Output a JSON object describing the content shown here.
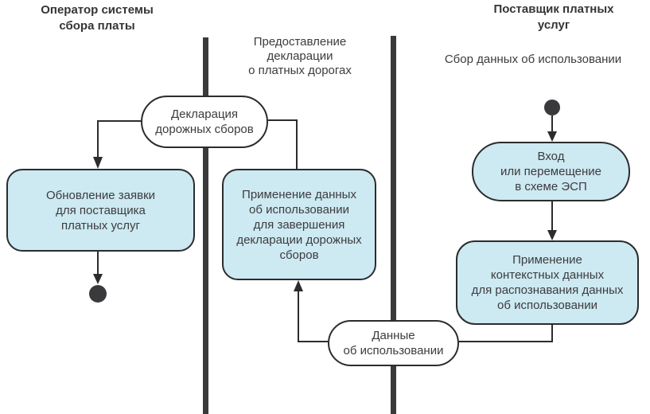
{
  "headers": {
    "left": "Оператор системы\nсбора платы",
    "right": "Поставщик платных\nуслуг"
  },
  "labels": {
    "middle_lane": "Предоставление\nдекларации\nо платных дорогах",
    "right_lane": "Сбор данных об использовании"
  },
  "nodes": {
    "pill_declaration": "Декларация\nдорожных сборов",
    "box_update_request": "Обновление заявки\nдля поставщика\nплатных услуг",
    "box_apply_usage": "Применение данных\nоб использовании\nдля завершения\nдекларации дорожных\nсборов",
    "box_entry": "Вход\nили перемещение\nв схеме ЭСП",
    "box_context": "Применение\nконтекстных данных\nдля распознавания данных\nоб использовании",
    "pill_usage_data": "Данные\nоб использовании"
  },
  "colors": {
    "activity_fill": "#cde9f2",
    "shape_border": "#2c2c2e",
    "lane_line": "#3a3a3c",
    "text": "#3c3c3e",
    "connector": "#2c2c2e"
  }
}
